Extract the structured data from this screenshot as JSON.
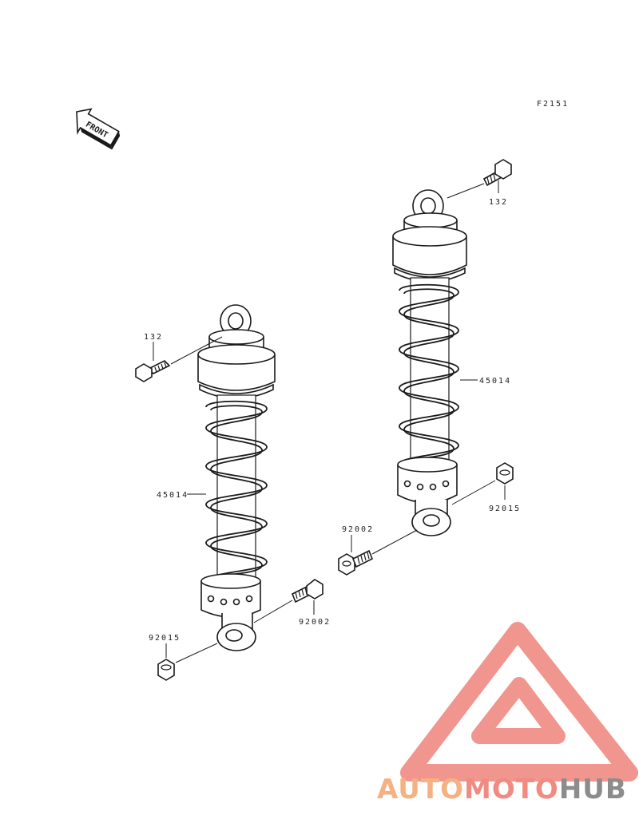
{
  "figure_code": "F2151",
  "front_label": "FRONT",
  "callouts": {
    "left_shock_part": "45014",
    "right_shock_part": "45014",
    "left_top_bolt": "132",
    "right_top_bolt": "132",
    "left_bottom_bolt": "92002",
    "right_bottom_bolt": "92002",
    "left_nut": "92015",
    "right_nut": "92015"
  },
  "watermark": {
    "part1": "AUTO",
    "part2": "MOTO",
    "part3": "HUB",
    "color1": "#f4b183",
    "color2": "#f08b82",
    "color3": "#8c8c8c",
    "logo_color": "#f08b82"
  }
}
